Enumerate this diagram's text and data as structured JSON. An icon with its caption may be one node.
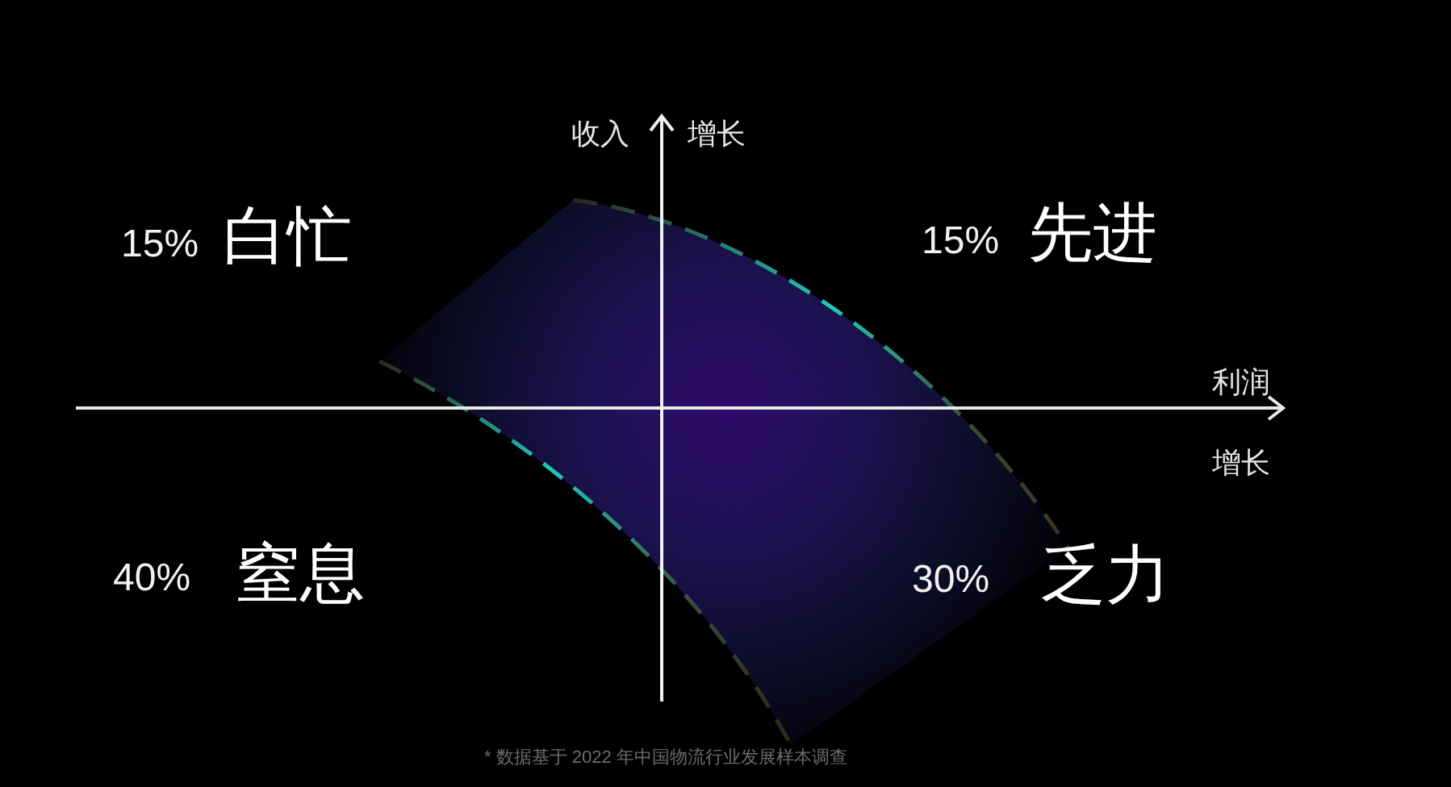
{
  "diagram": {
    "labels": [
      "收入",
      "增长",
      "15%",
      "白忙",
      "15%",
      "先进",
      "利润",
      "增长",
      "40%",
      "窒息",
      "30%",
      "乏力",
      "* 数据基于 2022 年中国物流行业发展样本调查"
    ]
  }
}
